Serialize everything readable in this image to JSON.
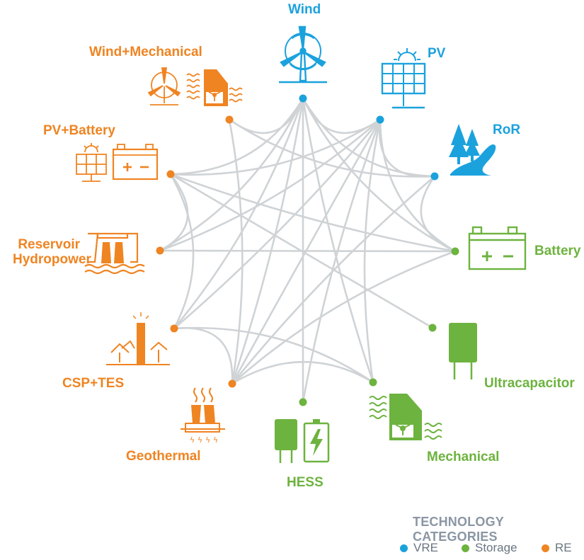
{
  "colors": {
    "vre": "#1ba2dd",
    "storage": "#6db33f",
    "re": "#ef8422",
    "links": "#cfd3d6"
  },
  "nodes": {
    "wind": "Wind",
    "pv": "PV",
    "ror": "RoR",
    "battery": "Battery",
    "ultracapacitor": "Ultracapacitor",
    "mechanical": "Mechanical",
    "hess": "HESS",
    "geothermal": "Geothermal",
    "csp_tes": "CSP+TES",
    "reservoir_line1": "Reservoir",
    "reservoir_line2": "Hydropower",
    "pv_battery": "PV+Battery",
    "wind_mechanical": "Wind+Mechanical"
  },
  "legend": {
    "title": "TECHNOLOGY CATEGORIES",
    "items": [
      {
        "label": "VRE",
        "color": "#1ba2dd"
      },
      {
        "label": "Storage",
        "color": "#6db33f"
      },
      {
        "label": "RE",
        "color": "#ef8422"
      }
    ]
  },
  "connections": [
    [
      "wind",
      "pv"
    ],
    [
      "wind",
      "hess"
    ],
    [
      "wind",
      "geothermal"
    ],
    [
      "wind",
      "csp_tes"
    ],
    [
      "wind",
      "mechanical"
    ],
    [
      "wind",
      "battery"
    ],
    [
      "wind",
      "reservoir"
    ],
    [
      "wind",
      "ror"
    ],
    [
      "wind",
      "wind_mechanical"
    ],
    [
      "wind",
      "pv_battery"
    ],
    [
      "pv",
      "ror"
    ],
    [
      "pv",
      "battery"
    ],
    [
      "pv",
      "reservoir"
    ],
    [
      "pv",
      "csp_tes"
    ],
    [
      "pv",
      "geothermal"
    ],
    [
      "pv",
      "mechanical"
    ],
    [
      "pv",
      "pv_battery"
    ],
    [
      "pv",
      "hess"
    ],
    [
      "ror",
      "battery"
    ],
    [
      "ror",
      "geothermal"
    ],
    [
      "ror",
      "wind_mechanical"
    ],
    [
      "battery",
      "reservoir"
    ],
    [
      "battery",
      "geothermal"
    ],
    [
      "battery",
      "pv_battery"
    ],
    [
      "ultracapacitor",
      "pv_battery"
    ],
    [
      "mechanical",
      "geothermal"
    ],
    [
      "mechanical",
      "csp_tes"
    ],
    [
      "geothermal",
      "csp_tes"
    ],
    [
      "geothermal",
      "wind_mechanical"
    ],
    [
      "csp_tes",
      "pv_battery"
    ],
    [
      "reservoir",
      "pv_battery"
    ]
  ]
}
